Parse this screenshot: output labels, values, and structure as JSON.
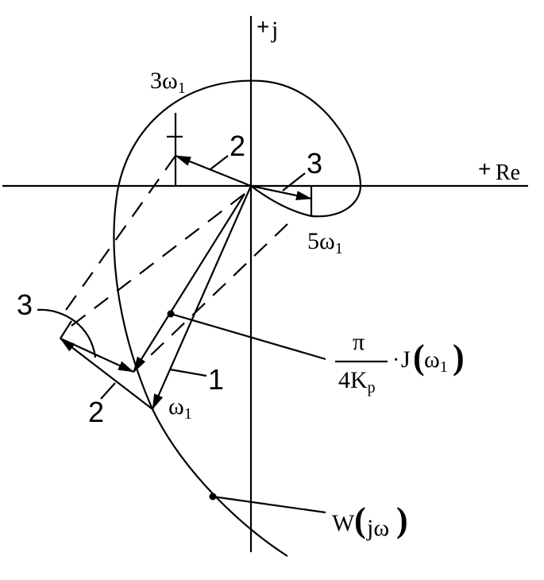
{
  "axes": {
    "imag_plus": "+",
    "imag_label": "j",
    "real_plus": "+",
    "real_label": "Re"
  },
  "labels": {
    "harmonic3": {
      "main": "3ω",
      "sub": "1"
    },
    "harmonic5": {
      "main": "5ω",
      "sub": "1"
    },
    "omega1": {
      "main": "ω",
      "sub": "1"
    },
    "num_2_upper": "2",
    "num_3_upper": "3",
    "num_3_left": "3",
    "num_2_lower": "2",
    "num_1": "1"
  },
  "formula_harmonic": {
    "numerator": "π",
    "denominator_main": "4K",
    "denominator_sub": "p",
    "dot": "·",
    "function": "J",
    "paren_open": "(",
    "arg_main": "ω",
    "arg_sub": "1",
    "paren_close": ")"
  },
  "formula_transfer": {
    "function": "W",
    "paren_open": "(",
    "arg": "jω",
    "paren_close": ")"
  },
  "colors": {
    "ink": "#000000",
    "background": "#ffffff"
  }
}
